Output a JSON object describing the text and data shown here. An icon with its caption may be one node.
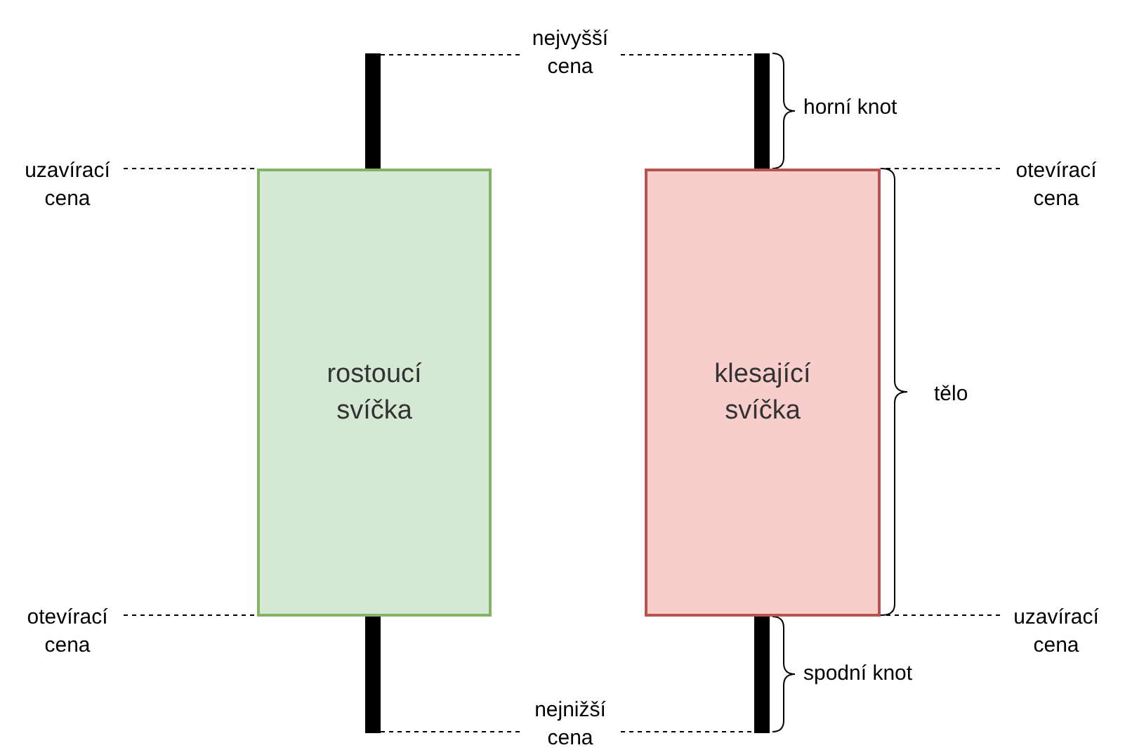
{
  "diagram": {
    "nodes": [
      {
        "text": [
          "rostoucí svíčka"
        ]
      },
      {
        "text": [
          "klesající svíčka"
        ]
      },
      {
        "text": [],
        "shape": "bar"
      },
      {
        "text": [],
        "shape": "bar"
      },
      {
        "text": [],
        "shape": "bar"
      },
      {
        "text": [],
        "shape": "bar"
      },
      {
        "text": [
          "nejvyšší cena"
        ]
      },
      {
        "text": [
          "nejnižší cena"
        ]
      },
      {
        "text": [
          "uzavírací cena"
        ]
      },
      {
        "text": [
          "otevírací cena"
        ]
      },
      {
        "text": [
          "otevírací cena"
        ]
      },
      {
        "text": [
          "uzavírací cena"
        ]
      }
    ],
    "edges": [
      {
        "from": 6,
        "to": 2,
        "arrow": "none",
        "style": "dashed"
      },
      {
        "from": 6,
        "to": 4,
        "arrow": "none",
        "style": "dashed"
      },
      {
        "from": 7,
        "to": 3,
        "arrow": "none",
        "style": "dashed"
      },
      {
        "from": 7,
        "to": 5,
        "arrow": "none",
        "style": "dashed"
      },
      {
        "from": 8,
        "to": 0,
        "arrow": "none",
        "style": "dashed"
      },
      {
        "from": 9,
        "to": 0,
        "arrow": "none",
        "style": "dashed"
      },
      {
        "from": 10,
        "to": 1,
        "arrow": "none",
        "style": "dashed"
      },
      {
        "from": 11,
        "to": 1,
        "arrow": "none",
        "style": "dashed"
      }
    ],
    "labels": [
      "horní knot",
      "tělo",
      "spodní knot"
    ]
  }
}
